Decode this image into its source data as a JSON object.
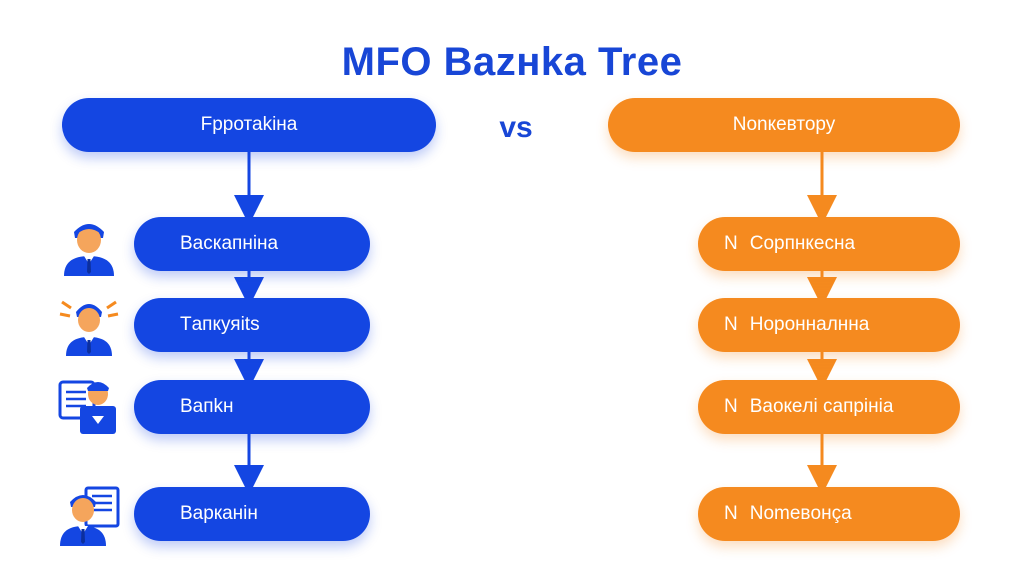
{
  "title": "MFO Bazнka Tree",
  "vs_label": "vs",
  "colors": {
    "title": "#1846d6",
    "blue": "#1446e2",
    "orange": "#f58a1f"
  },
  "left": {
    "root": "Fppотаkiна",
    "items": [
      {
        "label": "Васкапніна",
        "icon": "person-icon"
      },
      {
        "label": "Tапкуяits",
        "icon": "alert-person-icon"
      },
      {
        "label": "Bапkн",
        "icon": "person-at-desk-icon"
      },
      {
        "label": "Bapкaнiн",
        "icon": "person-document-icon"
      }
    ]
  },
  "right": {
    "root": "Nonкевтору",
    "items": [
      {
        "mark": "N",
        "label": "Сорпнкесна"
      },
      {
        "mark": "N",
        "label": "Норонналнна"
      },
      {
        "mark": "N",
        "label": "Baокeлi caпрiнia"
      },
      {
        "mark": "N",
        "label": "Nomeвoнçа"
      }
    ]
  }
}
